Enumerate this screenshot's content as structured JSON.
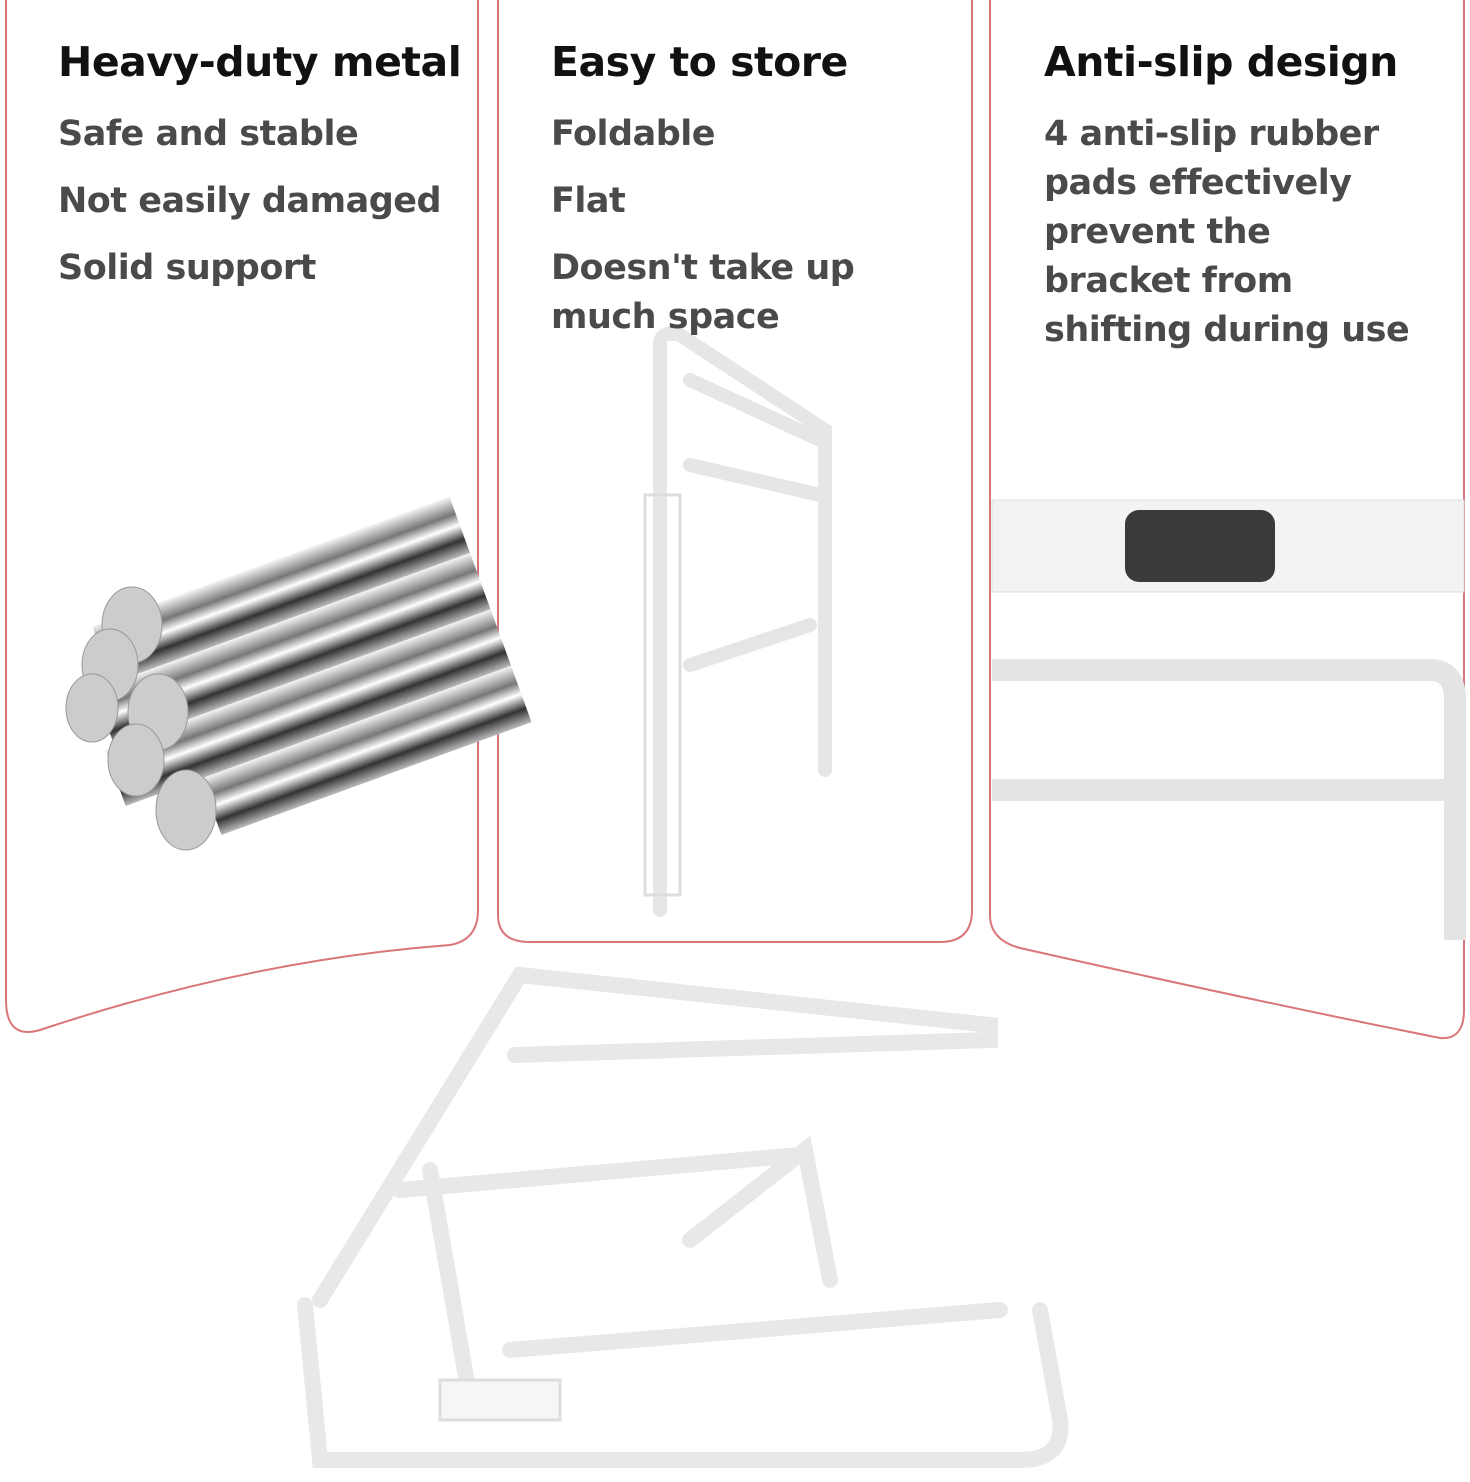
{
  "panels": [
    {
      "title": "Heavy-duty metal",
      "lines": [
        "Safe and stable",
        "Not easily damaged",
        "Solid support"
      ]
    },
    {
      "title": "Easy to store",
      "lines": [
        "Foldable",
        "Flat",
        "Doesn't take up much space"
      ]
    },
    {
      "title": "Anti-slip design",
      "lines": [
        "4 anti-slip rubber pads effectively prevent the bracket from shifting during use"
      ]
    }
  ],
  "colors": {
    "border": "#d9767a",
    "heading": "#111111",
    "subtext": "#4a4a4a"
  }
}
